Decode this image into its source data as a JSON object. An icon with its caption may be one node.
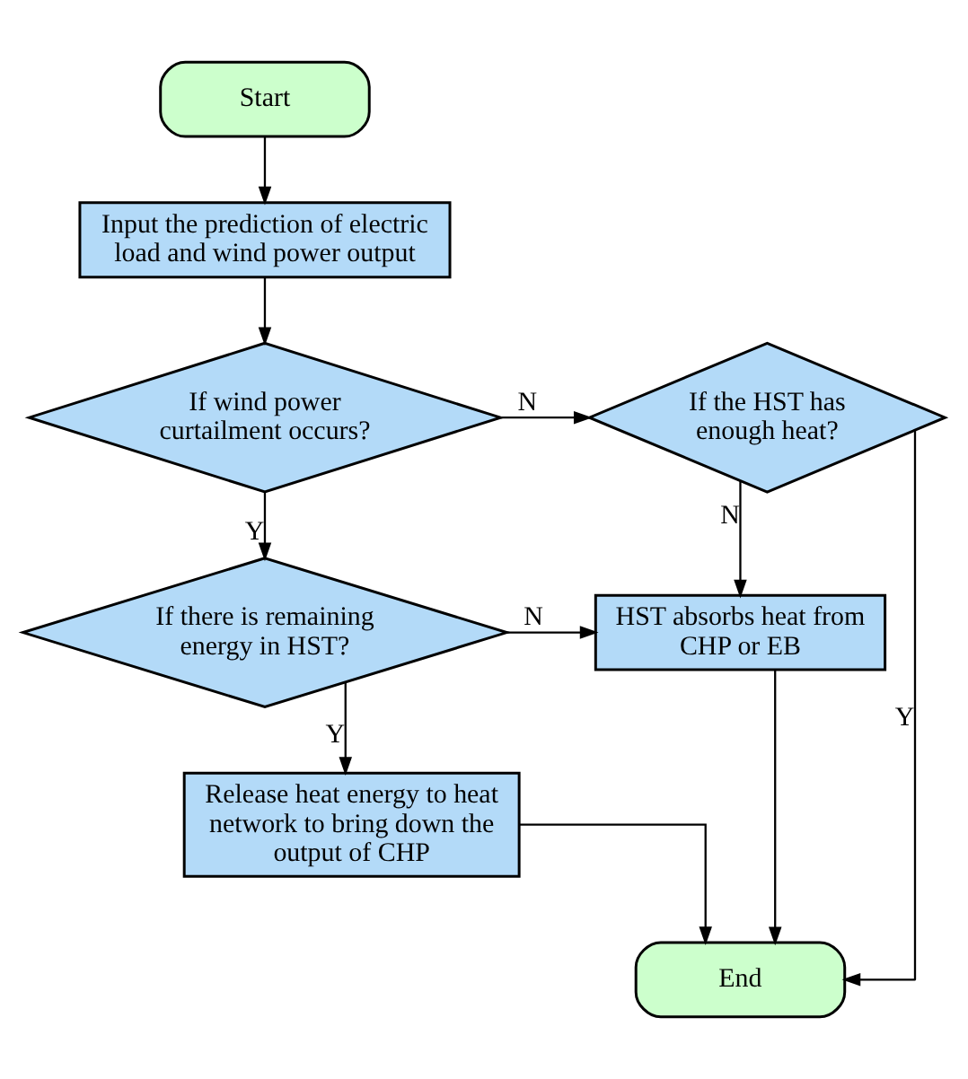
{
  "diagram": {
    "nodes": [
      {
        "text": [
          "Start"
        ]
      },
      {
        "text": [
          "Input the prediction of electric load and wind power output"
        ]
      },
      {
        "text": [
          "If wind power curtailment occurs?"
        ]
      },
      {
        "text": [
          "If the HST has enough heat?"
        ]
      },
      {
        "text": [
          "If there is remaining energy in HST?"
        ]
      },
      {
        "text": [
          "HST absorbs heat from CHP or EB"
        ]
      },
      {
        "text": [
          "Release heat energy to heat network to bring down the output of CHP"
        ]
      },
      {
        "text": [
          "End"
        ]
      }
    ],
    "edges": [
      {
        "from": 0,
        "to": 1,
        "arrow": "to"
      },
      {
        "from": 1,
        "to": 2,
        "arrow": "to"
      },
      {
        "from": 2,
        "to": 3,
        "arrow": "to",
        "label": "N"
      },
      {
        "from": 2,
        "to": 4,
        "arrow": "to",
        "label": "Y"
      },
      {
        "from": 3,
        "to": 5,
        "arrow": "to",
        "label": "N"
      },
      {
        "from": 3,
        "to": 7,
        "arrow": "to",
        "label": "Y"
      },
      {
        "from": 4,
        "to": 5,
        "arrow": "to",
        "label": "N"
      },
      {
        "from": 4,
        "to": 6,
        "arrow": "to",
        "label": "Y"
      },
      {
        "from": 5,
        "to": 7,
        "arrow": "to"
      },
      {
        "from": 6,
        "to": 7,
        "arrow": "to"
      }
    ]
  }
}
